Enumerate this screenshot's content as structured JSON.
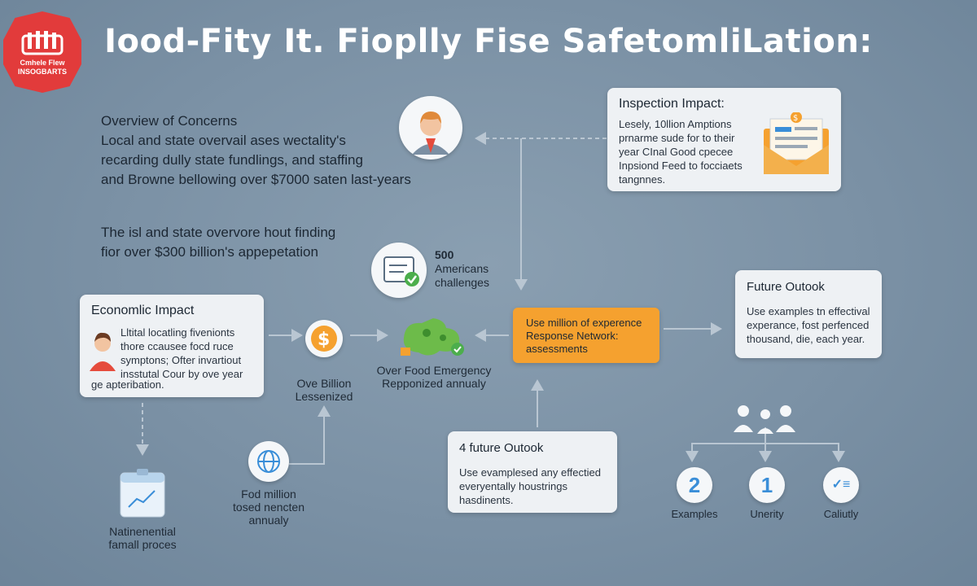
{
  "title": "Iood-Fity It. Fioplly Fise SafetomliLation:",
  "logo": {
    "line1": "Cmhele Flew",
    "line2": "INSOGBARTS"
  },
  "overview": {
    "heading": "Overview of Concerns",
    "lines": [
      "Local and state overvail ases wectality's",
      "recarding dully state fundlings, and staffing",
      "and Browne bellowing over $7000 saten last-years"
    ]
  },
  "funding": {
    "lines": [
      "The isl and state overvore hout finding",
      "fior over $300 billion's appepetation"
    ]
  },
  "inspection": {
    "title": "Inspection Impact:",
    "lines": [
      "Lesely, 10llion Amptions",
      "prnarme sude for to their",
      "year CInal Good cpecee",
      "Inpsiond Feed to focciaets",
      "tangnnes."
    ]
  },
  "americans": {
    "number": "500",
    "line1": "Americans",
    "line2": "challenges"
  },
  "economic": {
    "title": "Economlic Impact",
    "lines": [
      "Lltital locatling fivenionts",
      "thore ccausee focd ruce",
      "symptons; Ofter invartiout",
      "insstutal Cour by ove year",
      "ge apteribation."
    ]
  },
  "billion": {
    "line1": "Ove Billion",
    "line2": "Lessenized"
  },
  "food_emergency": {
    "line1": "Over Food Emergency",
    "line2": "Repponized annualy"
  },
  "response": {
    "lines": [
      "Use million of experence",
      "Response Network:",
      "assessments"
    ]
  },
  "future_top": {
    "title": "Future Outook",
    "lines": [
      "Use examples tn effectival",
      "experance, fost perfenced",
      "thousand, die, each year."
    ]
  },
  "future_bottom": {
    "title": "4 future Outook",
    "lines": [
      "Use evamplesed any effectied",
      "everyentally houstrings",
      "hasdinents."
    ]
  },
  "fod_million": {
    "lines": [
      "Fod million",
      "tosed nencten",
      "annualy"
    ]
  },
  "nationwide": {
    "line1": "Natinenential",
    "line2": "famall proces"
  },
  "steps": [
    {
      "number": "2",
      "label": "Examples"
    },
    {
      "number": "1",
      "label": "Unerity"
    },
    {
      "number": "✓≡",
      "label": "Caliutly"
    }
  ],
  "colors": {
    "accent_orange": "#f5a12f",
    "logo_red": "#e23b3b",
    "num_blue": "#3a8ed8",
    "background": "#7b91a5"
  }
}
